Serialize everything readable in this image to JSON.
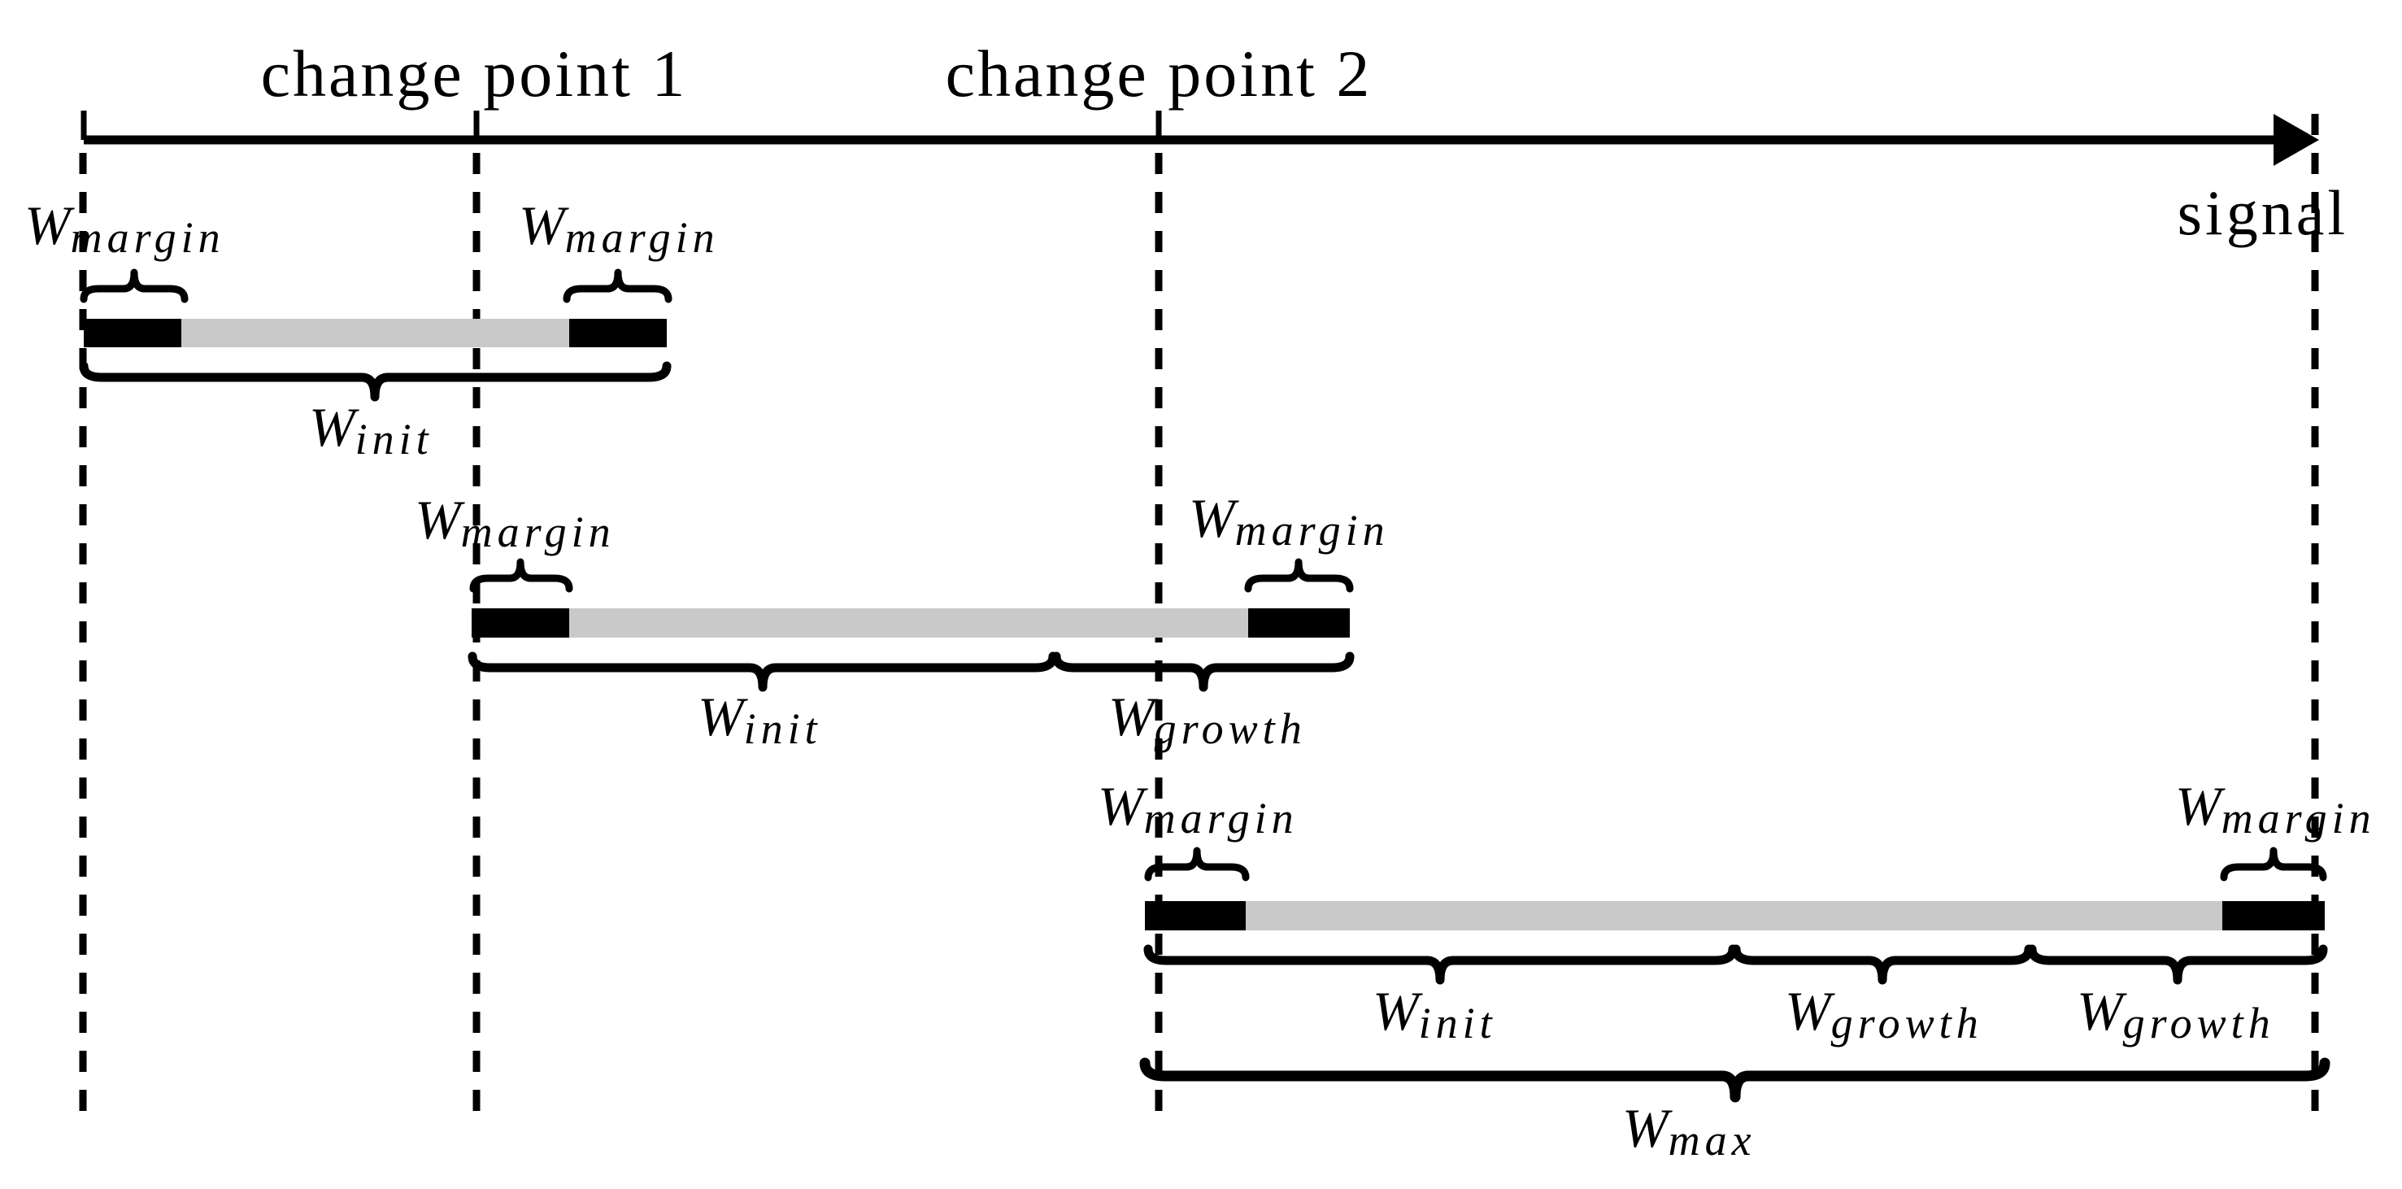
{
  "figure": {
    "background": "#ffffff",
    "ink_color": "#000000",
    "window_gray_color": "#c9c9c9",
    "description_type": "diagram"
  },
  "axis": {
    "change_point_1": "change point 1",
    "change_point_2": "change point 2",
    "signal_label": "signal"
  },
  "labels": {
    "w_margin": {
      "base": "W",
      "sub": "margin"
    },
    "w_init": {
      "base": "W",
      "sub": "init"
    },
    "w_growth": {
      "base": "W",
      "sub": "growth"
    },
    "w_max": {
      "base": "W",
      "sub": "max"
    }
  },
  "windows": [
    {
      "over_brace_labels": [
        "W_margin",
        "W_margin"
      ],
      "under_brace_labels": [
        "W_init"
      ]
    },
    {
      "over_brace_labels": [
        "W_margin",
        "W_margin"
      ],
      "under_brace_labels": [
        "W_init",
        "W_growth"
      ]
    },
    {
      "over_brace_labels": [
        "W_margin",
        "W_margin"
      ],
      "under_brace_labels": [
        "W_init",
        "W_growth",
        "W_growth"
      ],
      "total_brace_label": "W_max"
    }
  ]
}
